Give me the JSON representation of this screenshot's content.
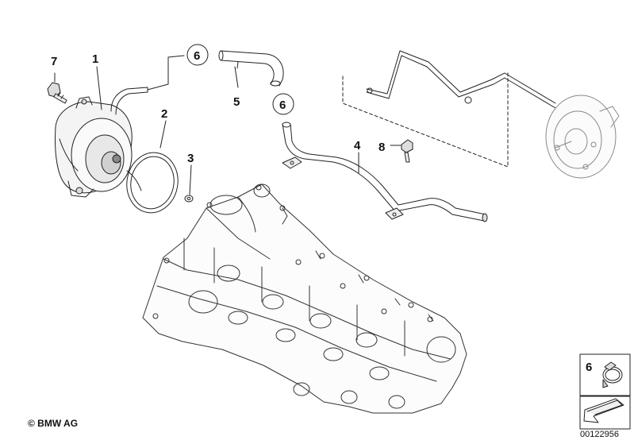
{
  "callouts": {
    "c1": "1",
    "c2": "2",
    "c3": "3",
    "c4": "4",
    "c5": "5",
    "c6a": "6",
    "c6b": "6",
    "c7": "7",
    "c8": "8"
  },
  "legend": {
    "index": "6"
  },
  "footer": {
    "copyright": "© BMW AG",
    "diagram_id": "00122956"
  }
}
